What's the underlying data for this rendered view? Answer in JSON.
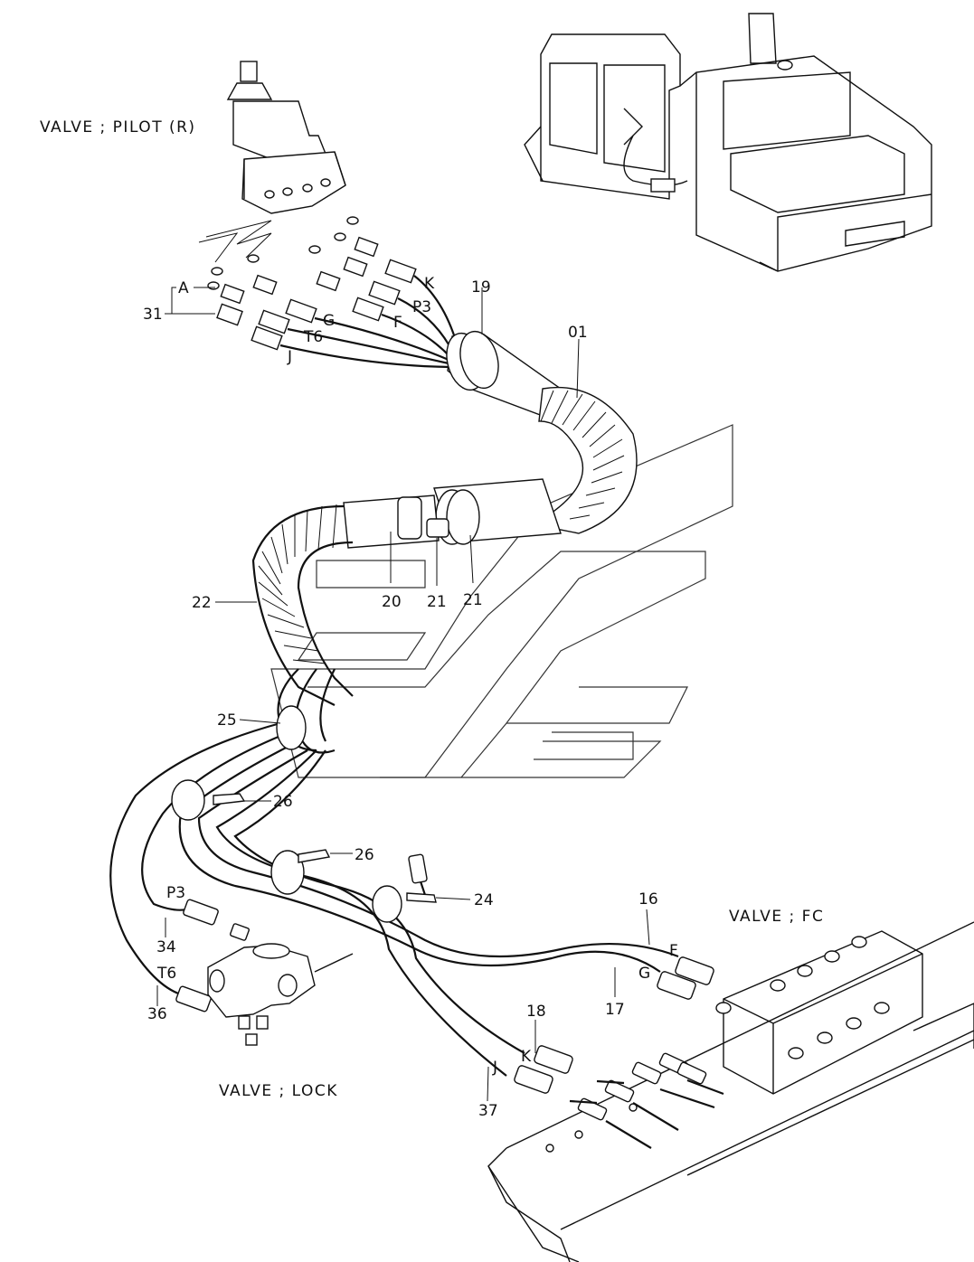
{
  "captions": {
    "pilot_valve": "VALVE ; PILOT (R)",
    "fc_valve": "VALVE ; FC",
    "lock_valve": "VALVE ; LOCK"
  },
  "callouts": {
    "n01": "01",
    "n16": "16",
    "n17": "17",
    "n18": "18",
    "n19": "19",
    "n20": "20",
    "n21a": "21",
    "n21b": "21",
    "n22": "22",
    "n24": "24",
    "n25": "25",
    "n26a": "26",
    "n26b": "26",
    "n31": "31",
    "n34": "34",
    "n36": "36",
    "n37": "37"
  },
  "port_labels": {
    "A": "A",
    "K_top": "K",
    "P3_top": "P3",
    "G_top": "G",
    "F_top": "F",
    "T6_top": "T6",
    "J_top": "J",
    "P3_bottom": "P3",
    "T6_bottom": "T6",
    "F_bottom": "F",
    "G_bottom": "G",
    "K_bottom": "K",
    "J_bottom": "J"
  }
}
